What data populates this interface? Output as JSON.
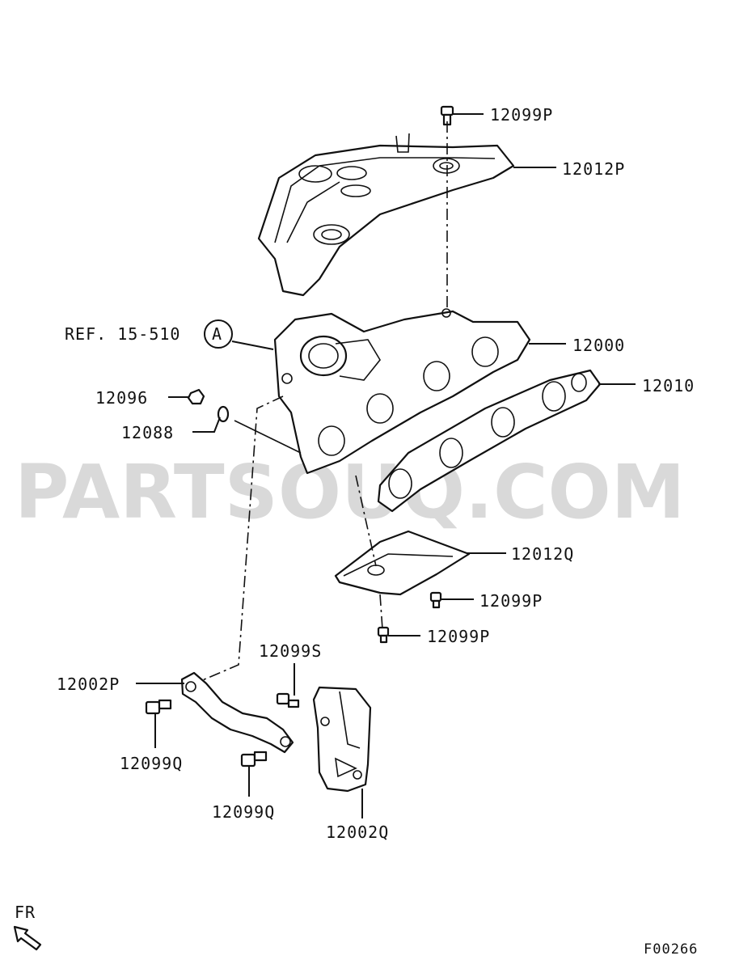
{
  "watermark": "PARTSOUQ.COM",
  "diagram_code": "F00266",
  "direction_label": "FR",
  "reference": {
    "text": "REF. 15-510",
    "marker": "A"
  },
  "labels": {
    "p12099P_top": "12099P",
    "p12012P": "12012P",
    "p12000": "12000",
    "p12010": "12010",
    "p12096": "12096",
    "p12088": "12088",
    "p12012Q": "12012Q",
    "p12099P_mid": "12099P",
    "p12099P_low": "12099P",
    "p12099S": "12099S",
    "p12002P": "12002P",
    "p12099Q_left": "12099Q",
    "p12099Q_low": "12099Q",
    "p12002Q": "12002Q"
  },
  "colors": {
    "line": "#111111",
    "watermark": "#d9d9d9",
    "background": "#ffffff"
  }
}
